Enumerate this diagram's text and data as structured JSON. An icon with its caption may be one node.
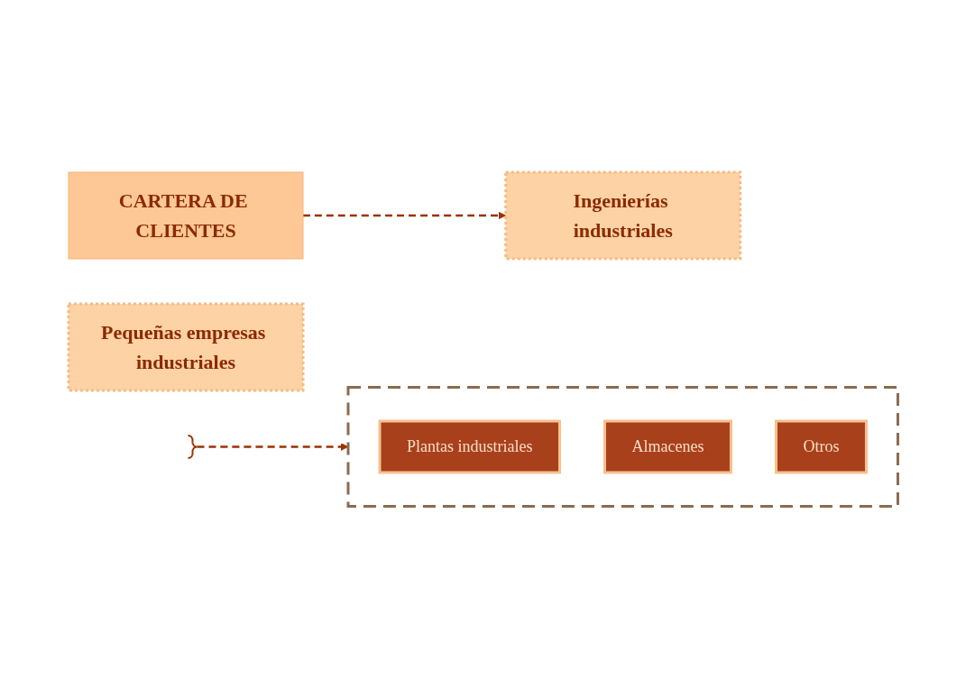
{
  "diagram": {
    "nodes": [
      {
        "text": [
          "CARTERA DE CLIENTES"
        ]
      },
      {
        "text": [
          "Ingenierías industriales"
        ]
      },
      {
        "text": [
          "Pequeñas empresas industriales"
        ]
      },
      {
        "text": [],
        "shape": "bracket"
      },
      {
        "text": [],
        "shape": "ellipse"
      },
      {
        "text": [
          "Plantas industriales"
        ],
        "in": 4
      },
      {
        "text": [
          "Almacenes"
        ],
        "in": 4
      },
      {
        "text": [
          "Otros"
        ],
        "in": 4
      }
    ],
    "edges": [
      {
        "from": 0,
        "to": 1,
        "arrow": "to",
        "style": "dashed"
      },
      {
        "from": 3,
        "to": 4,
        "arrow": "to",
        "style": "dashed"
      }
    ]
  }
}
